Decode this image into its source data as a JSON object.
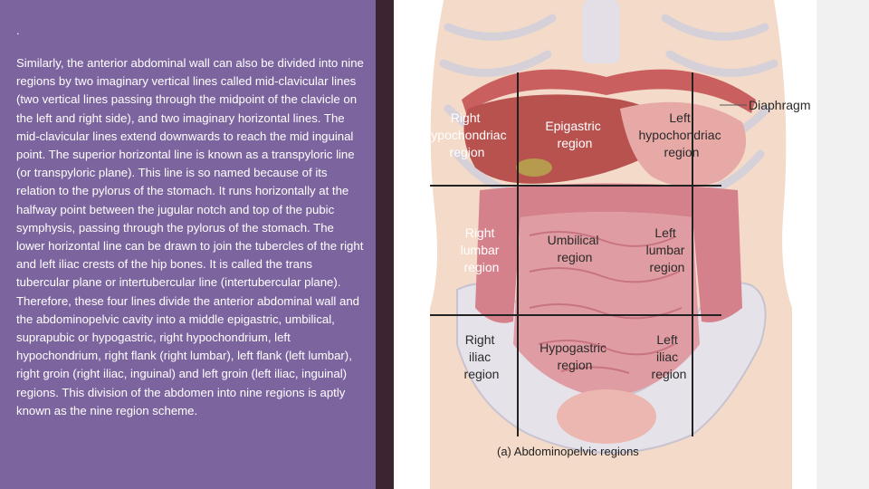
{
  "slide": {
    "bullet_mark": ".",
    "paragraph": "Similarly, the anterior abdominal wall can also be divided into nine regions by two imaginary vertical lines called mid-clavicular lines (two vertical lines passing through the midpoint of the clavicle on the left and right side), and two imaginary horizontal lines. The mid-clavicular lines extend downwards to reach the mid inguinal point. The superior horizontal line is known as a transpyloric line (or transpyloric plane). This line is so named because of its relation to the pylorus of the stomach. It runs horizontally at the halfway point between the jugular notch and top of the pubic symphysis, passing through the pylorus of the stomach. The lower horizontal line can be drawn to join the tubercles of the right and left iliac crests of the hip bones. It is called the trans tubercular plane or intertubercular line (intertubercular plane). Therefore, these four lines divide the anterior abdominal wall and the abdominopelvic cavity into a middle epigastric, umbilical, suprapubic or hypogastric, right hypochondrium, left hypochondrium, right flank (right lumbar), left flank (left lumbar), right groin (right iliac, inguinal) and left groin (left iliac, inguinal) regions. This division of the abdomen into nine regions is aptly known as the nine region scheme."
  },
  "figure": {
    "caption": "(a) Abdominopelvic regions",
    "callout": "Diaphragm",
    "regions": [
      {
        "lines": [
          "Right",
          "hypochondriac",
          "region"
        ]
      },
      {
        "lines": [
          "Epigastric",
          "region"
        ]
      },
      {
        "lines": [
          "Left",
          "hypochondriac",
          "region"
        ]
      },
      {
        "lines": [
          "Right",
          "lumbar",
          "region"
        ]
      },
      {
        "lines": [
          "Umbilical",
          "region"
        ]
      },
      {
        "lines": [
          "Left",
          "lumbar",
          "region"
        ]
      },
      {
        "lines": [
          "Right",
          "iliac",
          "region"
        ]
      },
      {
        "lines": [
          "Hypogastric",
          "region"
        ]
      },
      {
        "lines": [
          "Left",
          "iliac",
          "region"
        ]
      }
    ]
  }
}
